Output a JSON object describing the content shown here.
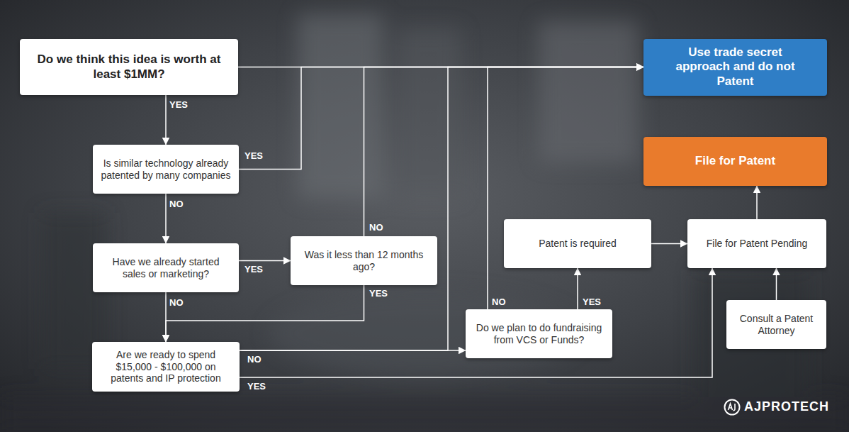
{
  "diagram": {
    "nodes": [
      {
        "text": [
          "Do we think this idea is worth at least $1MM?"
        ]
      },
      {
        "text": [
          "Use trade secret approach and do not Patent"
        ]
      },
      {
        "text": [
          "Is similar technology already patented by many companies"
        ]
      },
      {
        "text": [
          "File for Patent"
        ]
      },
      {
        "text": [
          "Patent is required"
        ]
      },
      {
        "text": [
          "File for Patent Pending"
        ]
      },
      {
        "text": [
          "Have we already started sales or marketing?"
        ]
      },
      {
        "text": [
          "Was it less than 12 months ago?"
        ]
      },
      {
        "text": [
          "Do we plan to do fundraising from VCS or Funds?"
        ]
      },
      {
        "text": [
          "Consult a Patent Attorney"
        ]
      },
      {
        "text": [
          "Are we ready to spend $15,000 - $100,000 on patents and IP protection"
        ]
      }
    ],
    "edges": [
      {
        "from": 0,
        "to": 2,
        "label": "YES",
        "arrow": "to"
      },
      {
        "from": 0,
        "to": 1,
        "arrow": "to"
      },
      {
        "from": 2,
        "to": 1,
        "label": "YES",
        "arrow": "to"
      },
      {
        "from": 2,
        "to": 6,
        "label": "NO",
        "arrow": "to"
      },
      {
        "from": 6,
        "to": 7,
        "label": "YES",
        "arrow": "to"
      },
      {
        "from": 7,
        "to": 1,
        "label": "NO",
        "arrow": "to"
      },
      {
        "from": 7,
        "to": 10,
        "label": "YES",
        "arrow": "to"
      },
      {
        "from": 6,
        "to": 10,
        "label": "NO",
        "arrow": "to"
      },
      {
        "from": 10,
        "to": 8,
        "label": "NO",
        "arrow": "to"
      },
      {
        "from": 10,
        "to": 1,
        "arrow": "to"
      },
      {
        "from": 8,
        "to": 1,
        "label": "NO",
        "arrow": "to"
      },
      {
        "from": 8,
        "to": 4,
        "label": "YES",
        "arrow": "to"
      },
      {
        "from": 4,
        "to": 5,
        "arrow": "to"
      },
      {
        "from": 10,
        "to": 5,
        "label": "YES",
        "arrow": "to"
      },
      {
        "from": 9,
        "to": 5,
        "arrow": "to"
      },
      {
        "from": 5,
        "to": 3,
        "arrow": "to"
      }
    ],
    "labels": [
      "AJPROTECH"
    ]
  }
}
